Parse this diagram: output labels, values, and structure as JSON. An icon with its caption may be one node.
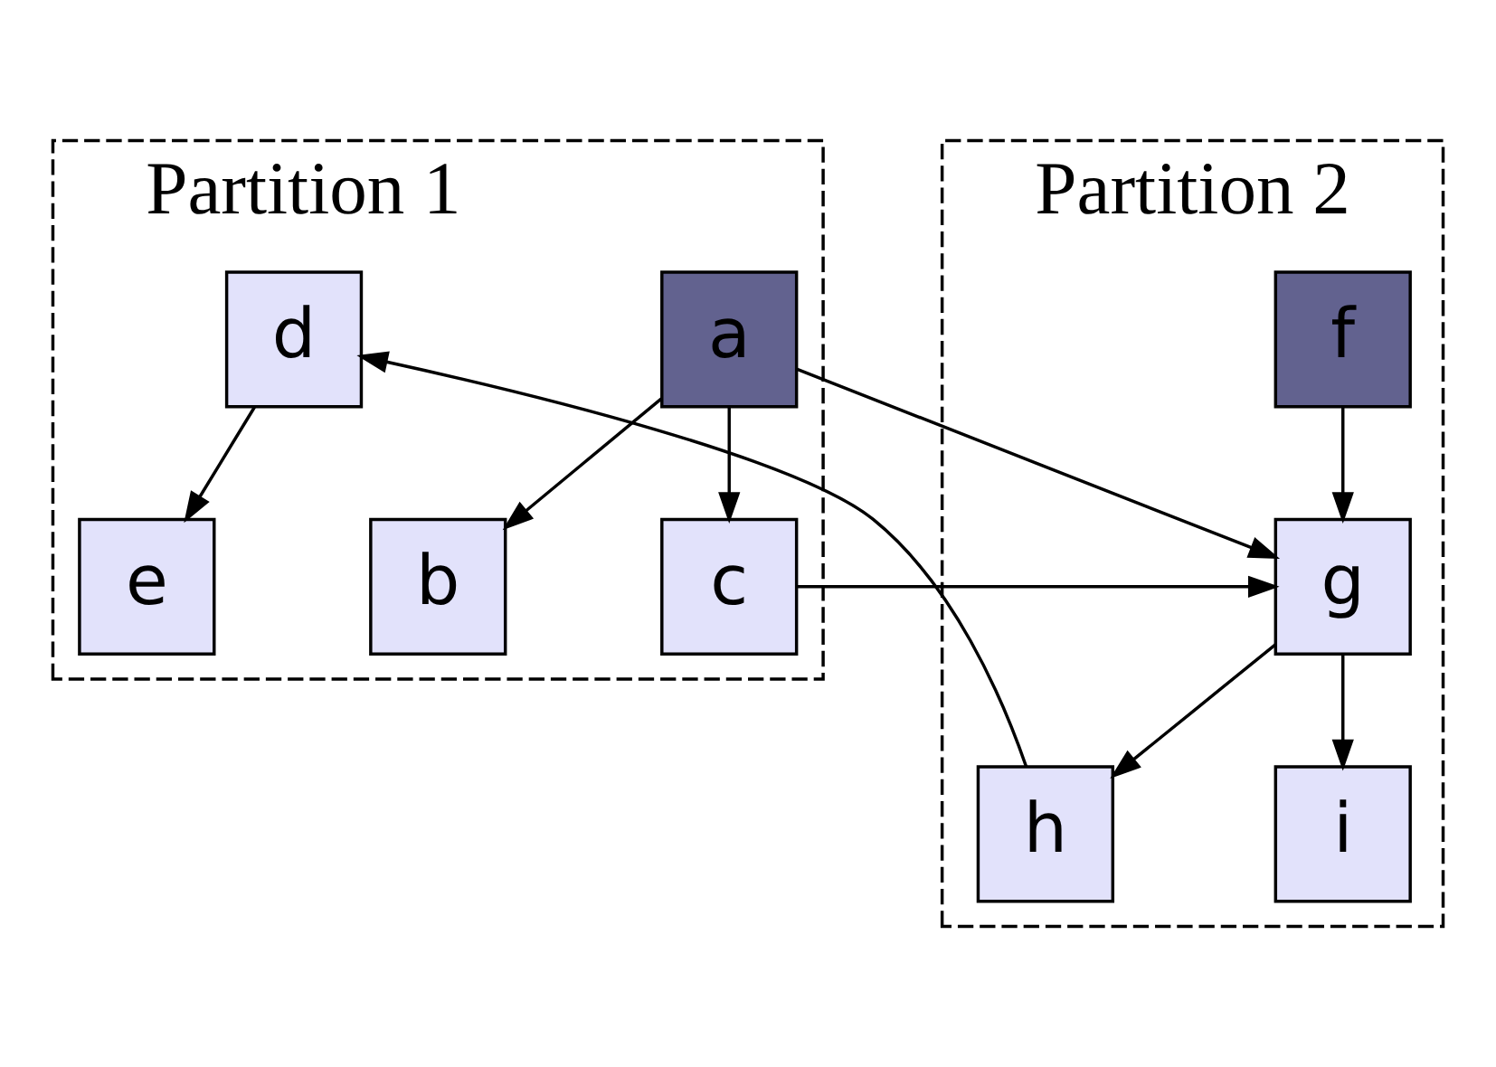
{
  "diagram": {
    "nodes": [
      {
        "text": [
          "Partition 1"
        ]
      },
      {
        "text": [
          "a"
        ],
        "in": 0
      },
      {
        "text": [
          "b"
        ],
        "in": 0
      },
      {
        "text": [
          "c"
        ],
        "in": 0
      },
      {
        "text": [
          "d"
        ],
        "in": 0
      },
      {
        "text": [
          "e"
        ],
        "in": 0
      },
      {
        "text": [
          "Partition 2"
        ]
      },
      {
        "text": [
          "f"
        ],
        "in": 6
      },
      {
        "text": [
          "g"
        ],
        "in": 6
      },
      {
        "text": [
          "h"
        ],
        "in": 6
      },
      {
        "text": [
          "i"
        ],
        "in": 6
      }
    ],
    "edges": [
      {
        "from": 1,
        "to": 2,
        "arrow": "to"
      },
      {
        "from": 1,
        "to": 3,
        "arrow": "to"
      },
      {
        "from": 1,
        "to": 8,
        "arrow": "to"
      },
      {
        "from": 7,
        "to": 8,
        "arrow": "to"
      },
      {
        "from": 3,
        "to": 8,
        "arrow": "to"
      },
      {
        "from": 8,
        "to": 9,
        "arrow": "to"
      },
      {
        "from": 8,
        "to": 10,
        "arrow": "to"
      },
      {
        "from": 9,
        "to": 4,
        "arrow": "to"
      },
      {
        "from": 4,
        "to": 5,
        "arrow": "to"
      }
    ]
  }
}
